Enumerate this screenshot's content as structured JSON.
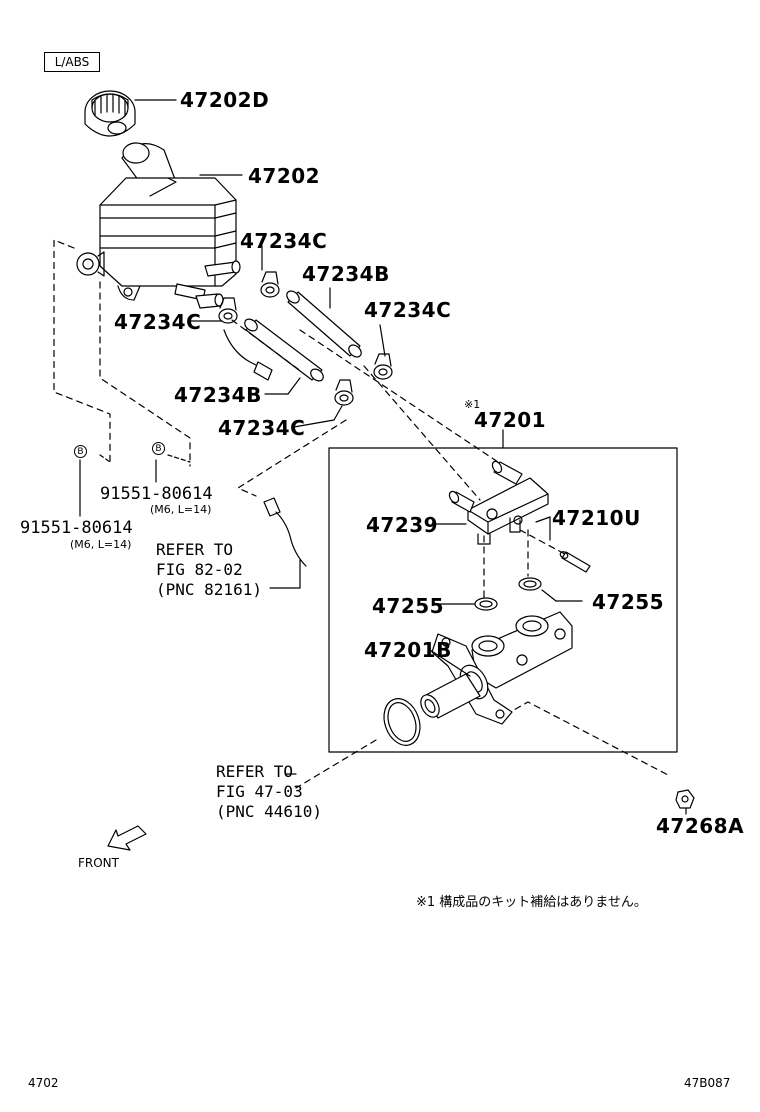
{
  "tag": "L/ABS",
  "labels": {
    "p47202D": "47202D",
    "p47202": "47202",
    "p47234C_1": "47234C",
    "p47234B_1": "47234B",
    "p47234C_2": "47234C",
    "p47234C_3": "47234C",
    "p47234B_2": "47234B",
    "p47234C_4": "47234C",
    "p47201": "47201",
    "p47239": "47239",
    "p47210U": "47210U",
    "p47255_1": "47255",
    "p47255_2": "47255",
    "p47201B": "47201B",
    "p47268A": "47268A",
    "p91551_right": "91551-80614",
    "p91551_right_sub": "(M6, L=14)",
    "p91551_left": "91551-80614",
    "p91551_left_sub": "(M6, L=14)",
    "circle_b1": "B",
    "circle_b2": "B",
    "note_mark": "※1"
  },
  "refer1": {
    "line1": "REFER TO",
    "line2": "FIG 82-02",
    "line3": "(PNC 82161)"
  },
  "refer2": {
    "line1": "REFER TO",
    "line2": "FIG 47-03",
    "line3": "(PNC 44610)"
  },
  "front": "FRONT",
  "footnote": "※1 構成品のキット補給はありません。",
  "footer": {
    "left": "4702",
    "right": "47B087"
  }
}
